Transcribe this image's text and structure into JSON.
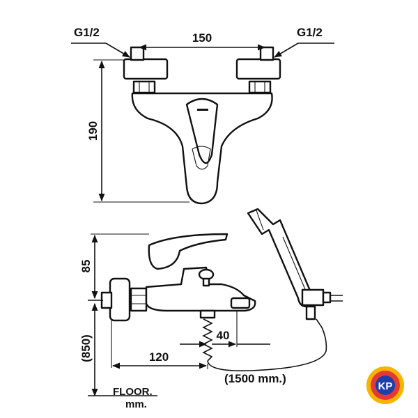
{
  "top_view": {
    "thread_left": "G1/2",
    "thread_right": "G1/2",
    "width": "150",
    "height": "190"
  },
  "side_view": {
    "height": "85",
    "floor_height": "(850)",
    "depth": "120",
    "spout_offset": "40",
    "hose_length": "(1500 mm.)",
    "floor_label": "FLOOR.",
    "unit_label": "mm."
  },
  "logo": {
    "text": "KP",
    "colors": {
      "ring": "#f4b400",
      "inner": "#e53935",
      "core": "#1e3fa8"
    }
  }
}
